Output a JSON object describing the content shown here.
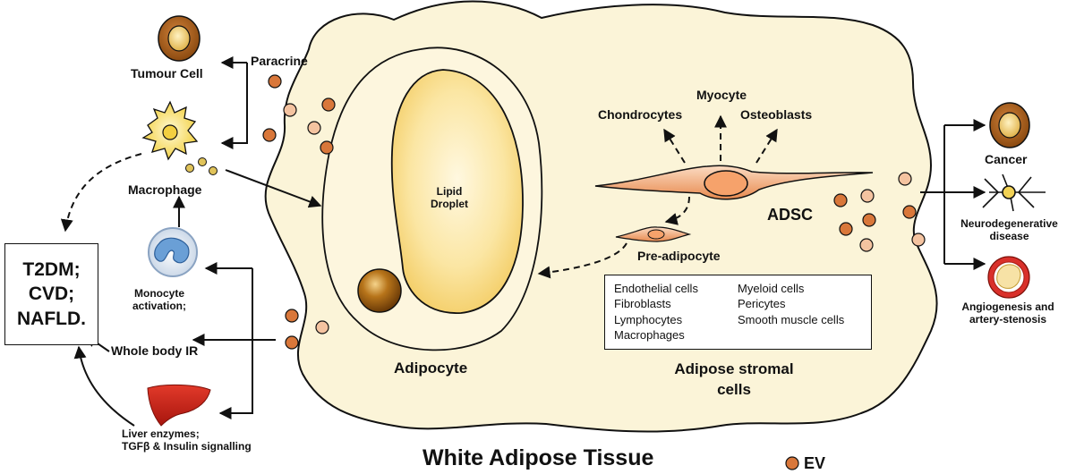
{
  "title": "White Adipose Tissue",
  "legend": {
    "ev_label": "EV"
  },
  "colors": {
    "tissue_fill": "#fbf4d8",
    "ev_orange": "#d9773a",
    "ev_light": "#f4c3a0",
    "cell_orange": "#e89a62",
    "tumour_brown": "#a65a12"
  },
  "labels": {
    "paracrine": "Paracrine",
    "tumour_cell": "Tumour Cell",
    "macrophage": "Macrophage",
    "monocyte": "Monocyte\nactivation;",
    "whole_body_ir": "Whole body IR",
    "liver": "Liver enzymes;\nTGFβ & Insulin signalling",
    "lipid_droplet": "Lipid\nDroplet",
    "adipocyte": "Adipocyte",
    "myocyte": "Myocyte",
    "chondrocytes": "Chondrocytes",
    "osteoblasts": "Osteoblasts",
    "adsc": "ADSC",
    "pre_adipocyte": "Pre-adipocyte",
    "adipose_stromal": "Adipose stromal\ncells",
    "cancer": "Cancer",
    "neuro": "Neurodegenerative\ndisease",
    "angio": "Angiogenesis and\nartery-stenosis"
  },
  "disease_box": [
    "T2DM;",
    "CVD;",
    "NAFLD."
  ],
  "stromal_cells": {
    "left": [
      "Endothelial cells",
      "Fibroblasts",
      "Lymphocytes",
      "Macrophages"
    ],
    "right": [
      "Myeloid cells",
      "Pericytes",
      "Smooth muscle cells"
    ]
  }
}
